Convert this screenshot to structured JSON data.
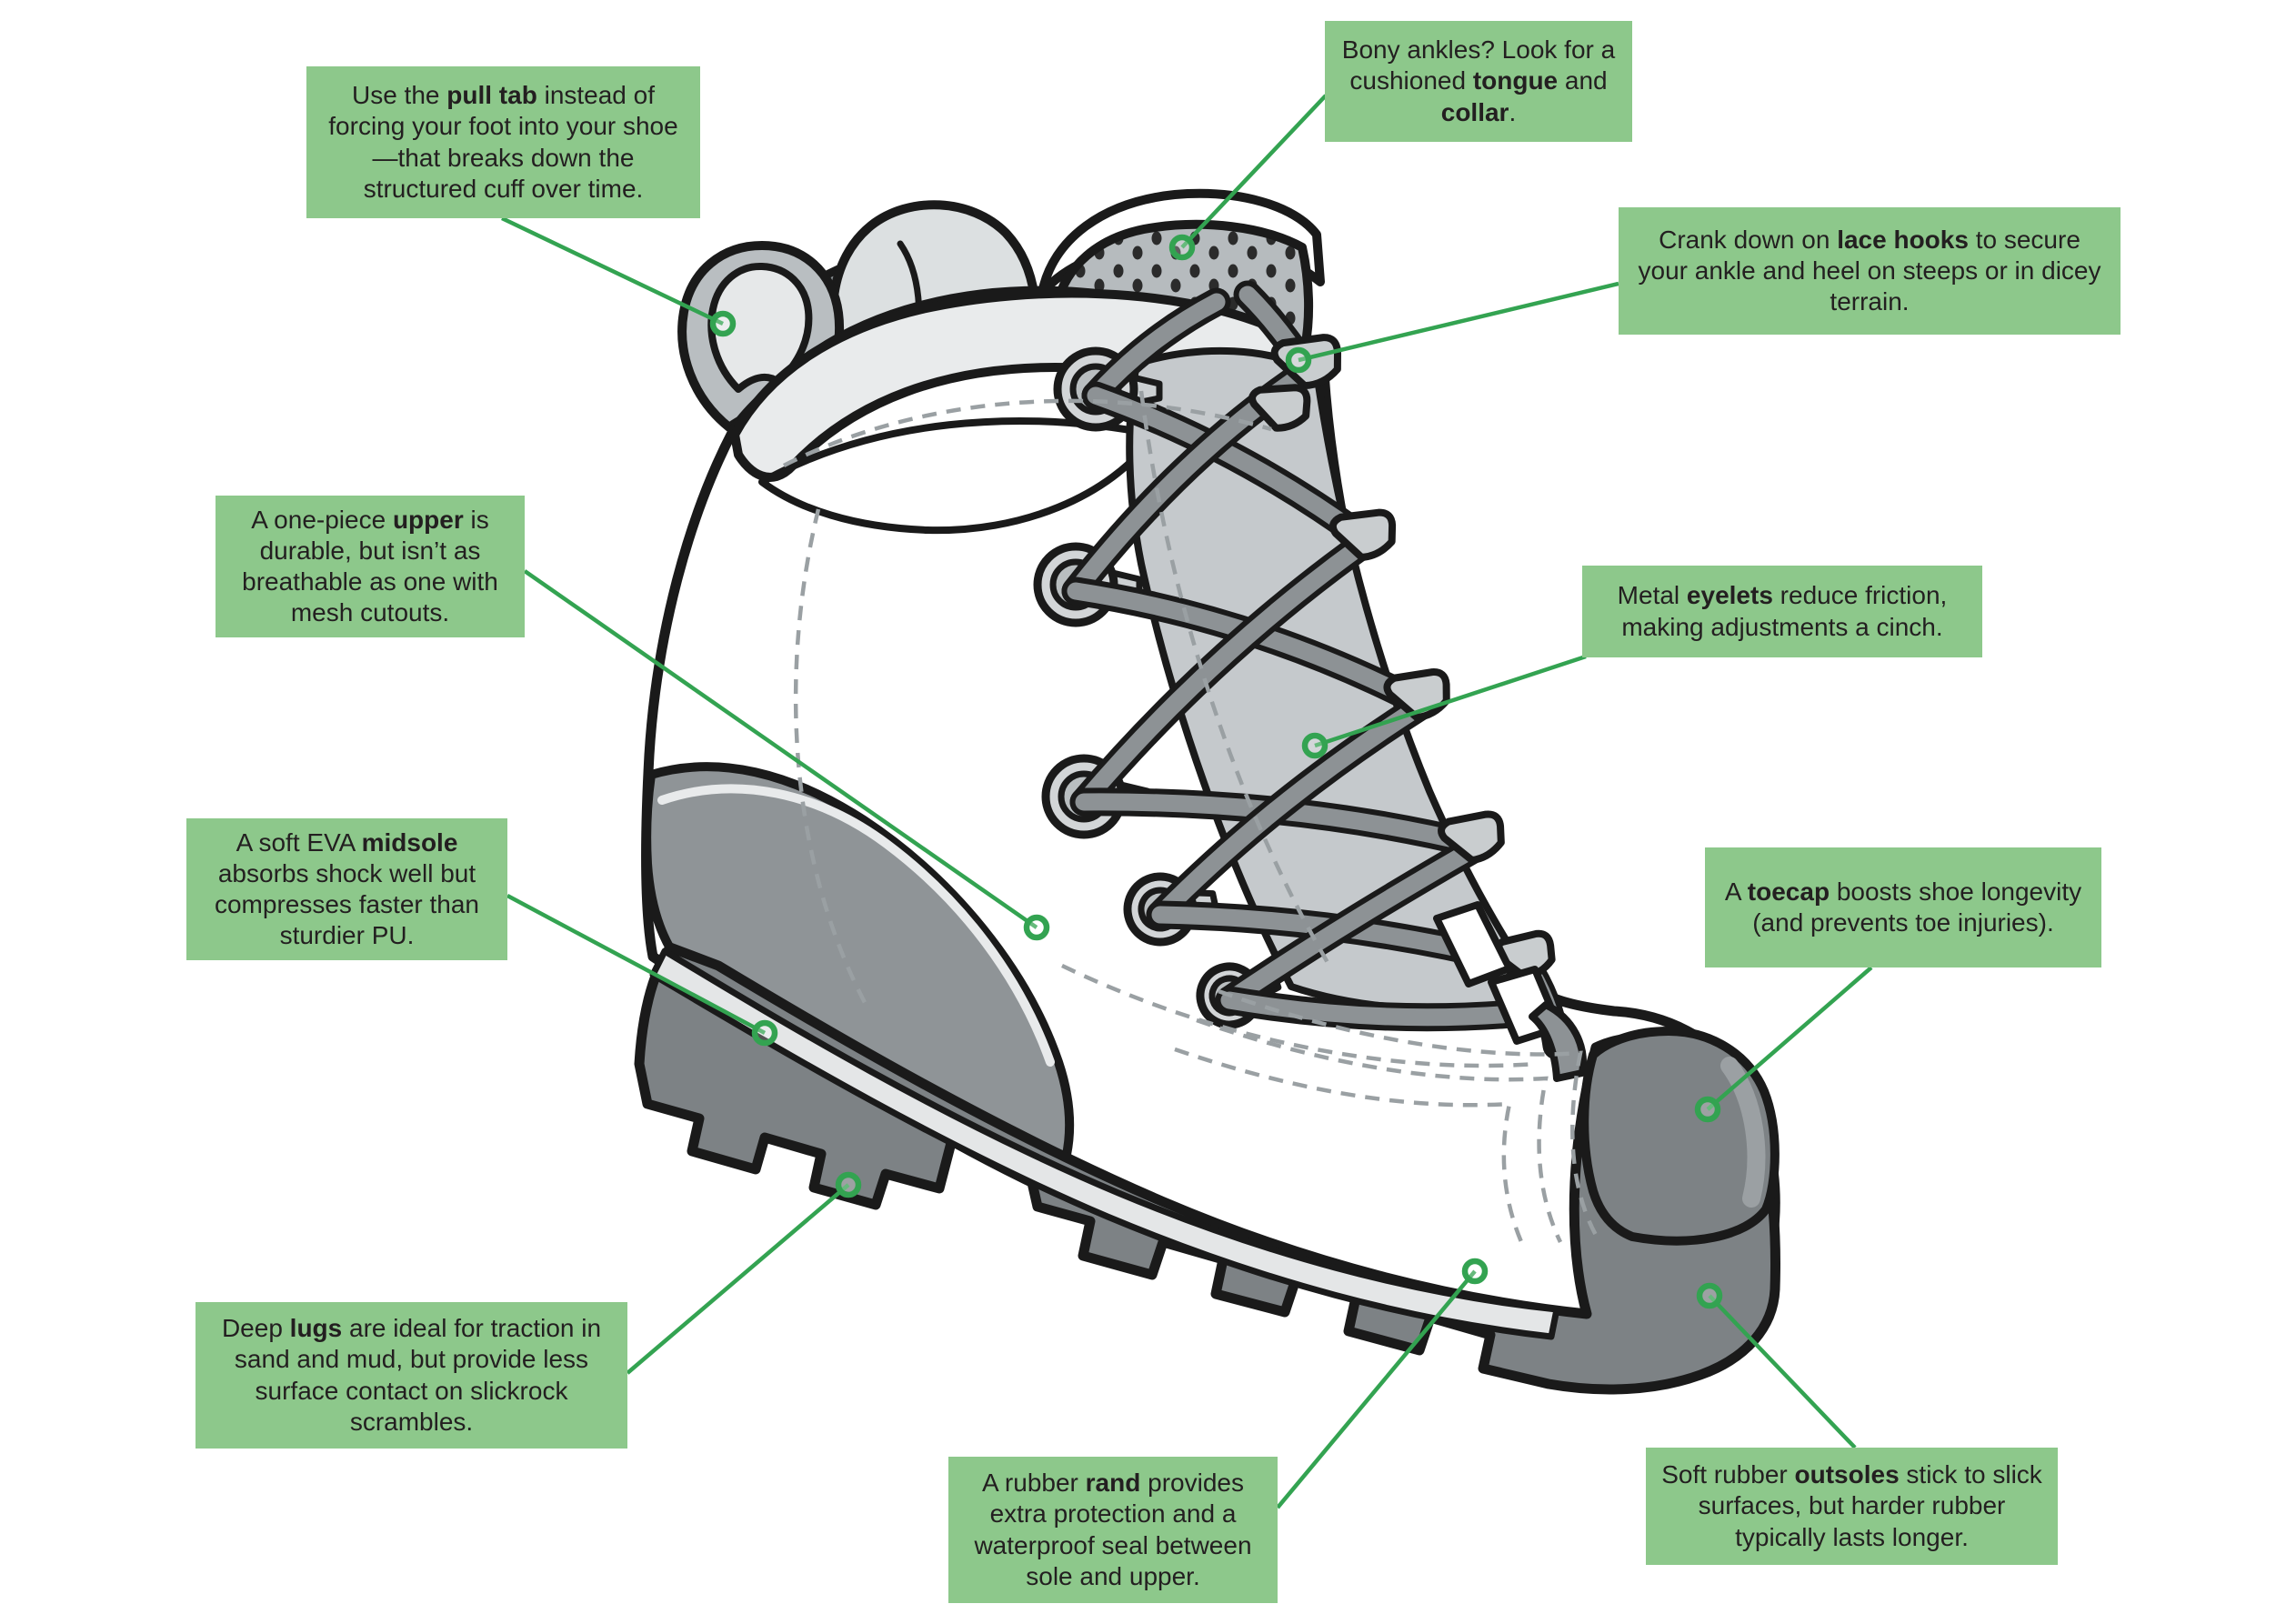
{
  "figure": {
    "subject": "Hiking boot anatomy infographic",
    "background": "#ffffff"
  },
  "colors": {
    "callout_bg": "#8dc88b",
    "callout_text": "#231f20",
    "leader_green": "#33a351",
    "outline_black": "#1a1a1a",
    "sole_gray": "#7d8285",
    "heel_gray": "#8f9497",
    "rand_light_gray": "#e4e6e7",
    "cuff_gray": "#e9ebec",
    "tongue_gray": "#dce0e1",
    "collar_pad_gray": "#b6bbbe",
    "lace_gray": "#8d9295",
    "hardware_gray": "#ccd0d2",
    "stitch_gray": "#9aa0a3"
  },
  "callouts": [
    {
      "id": "pull-tab",
      "part": "pull tab",
      "segments": [
        {
          "t": "Use the "
        },
        {
          "t": "pull tab",
          "b": true
        },
        {
          "t": " instead of forcing your foot into your shoe—that breaks down the structured cuff over time."
        }
      ]
    },
    {
      "id": "tongue-collar",
      "part": "tongue and collar",
      "segments": [
        {
          "t": "Bony ankles? Look for a cushioned "
        },
        {
          "t": "tongue",
          "b": true
        },
        {
          "t": " and "
        },
        {
          "t": "collar",
          "b": true
        },
        {
          "t": "."
        }
      ]
    },
    {
      "id": "lace-hooks",
      "part": "lace hooks",
      "segments": [
        {
          "t": "Crank down on "
        },
        {
          "t": "lace hooks",
          "b": true
        },
        {
          "t": " to secure your ankle and heel on steeps or in dicey terrain."
        }
      ]
    },
    {
      "id": "upper",
      "part": "upper",
      "segments": [
        {
          "t": "A one-piece "
        },
        {
          "t": "upper",
          "b": true
        },
        {
          "t": " is durable, but isn’t as breathable as one with mesh cutouts."
        }
      ]
    },
    {
      "id": "eyelets",
      "part": "eyelets",
      "segments": [
        {
          "t": "Metal "
        },
        {
          "t": "eyelets",
          "b": true
        },
        {
          "t": " reduce friction, making adjustments a cinch."
        }
      ]
    },
    {
      "id": "midsole",
      "part": "midsole",
      "segments": [
        {
          "t": "A soft EVA "
        },
        {
          "t": "midsole",
          "b": true
        },
        {
          "t": " absorbs shock well but compresses faster than sturdier PU."
        }
      ]
    },
    {
      "id": "toecap",
      "part": "toecap",
      "segments": [
        {
          "t": "A "
        },
        {
          "t": "toecap",
          "b": true
        },
        {
          "t": " boosts shoe longevity (and prevents toe injuries)."
        }
      ]
    },
    {
      "id": "lugs",
      "part": "lugs",
      "segments": [
        {
          "t": "Deep "
        },
        {
          "t": "lugs",
          "b": true
        },
        {
          "t": " are ideal for traction in sand and mud, but provide less surface contact on slickrock scrambles."
        }
      ]
    },
    {
      "id": "rand",
      "part": "rand",
      "segments": [
        {
          "t": "A rubber "
        },
        {
          "t": "rand",
          "b": true
        },
        {
          "t": " provides extra protection and a waterproof seal between sole and upper."
        }
      ]
    },
    {
      "id": "outsoles",
      "part": "outsoles",
      "segments": [
        {
          "t": "Soft rubber "
        },
        {
          "t": "outsoles",
          "b": true
        },
        {
          "t": " stick to slick surfaces, but harder rubber typically lasts longer."
        }
      ]
    }
  ]
}
